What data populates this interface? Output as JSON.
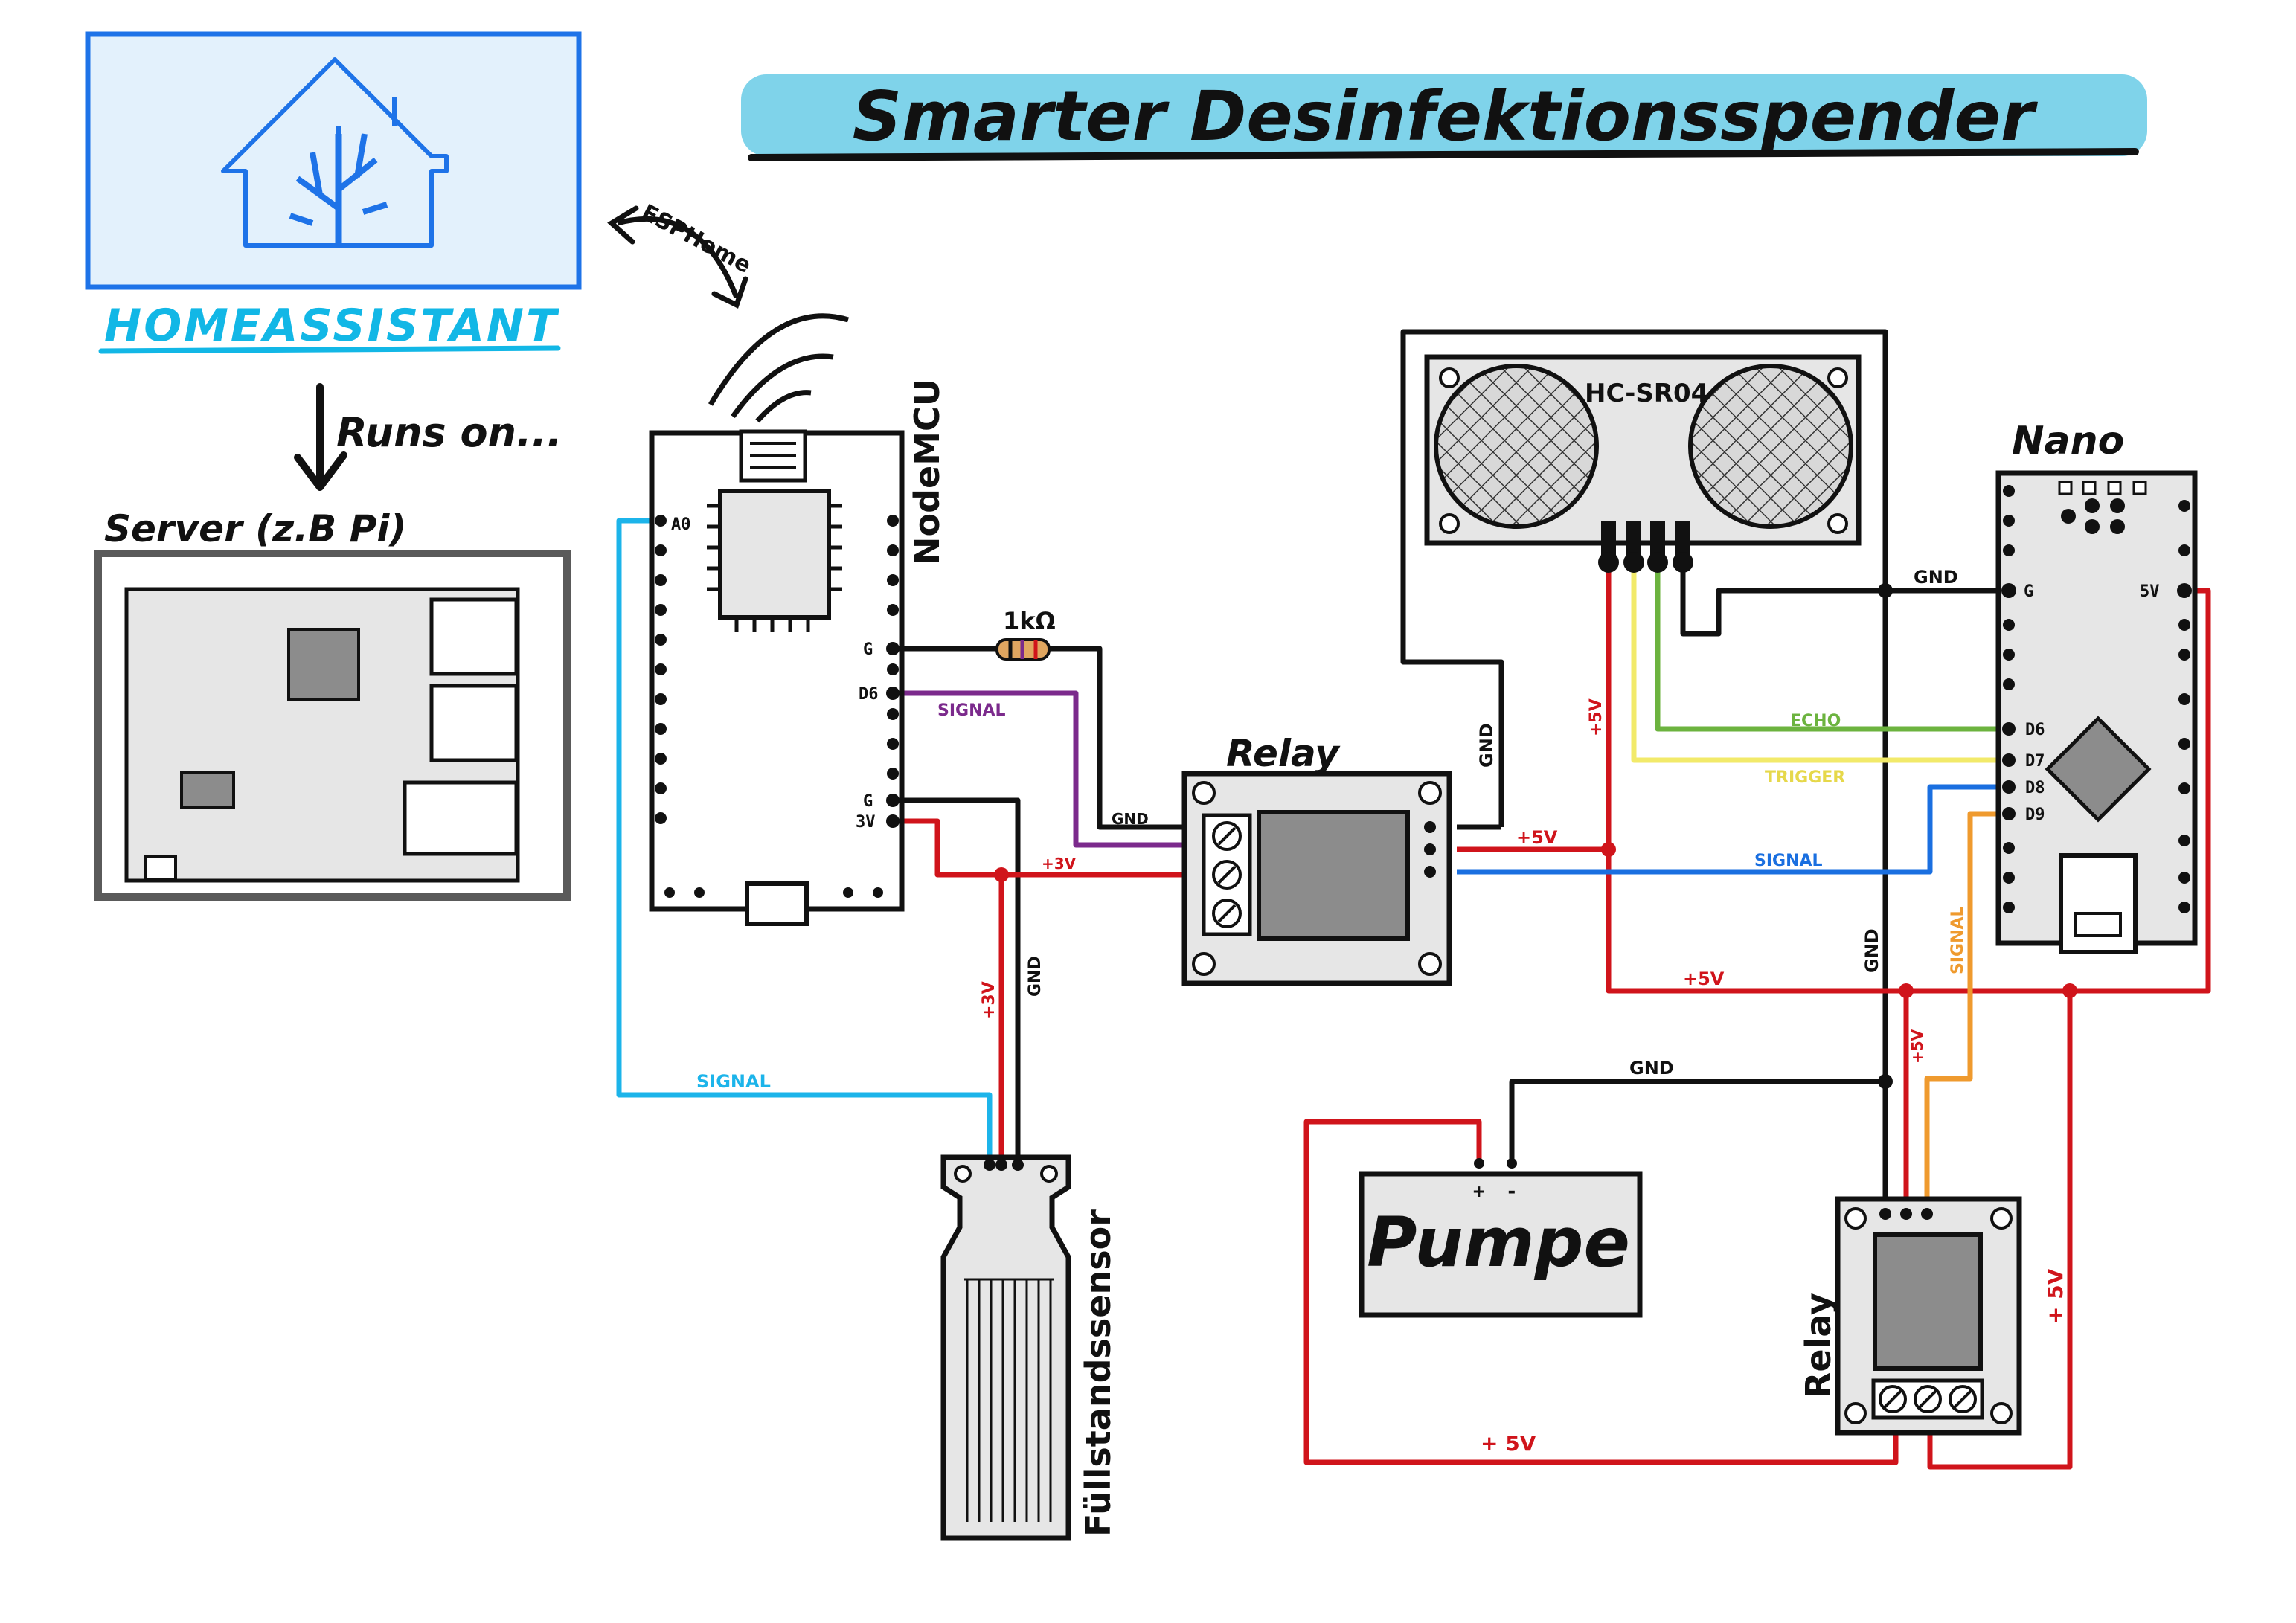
{
  "title": "Smarter Desinfektionsspender",
  "colors": {
    "title_bg": "#7fd3ea",
    "ha_border": "#1e73e8",
    "ha_bg": "#e3f1fc",
    "ha_label": "#12b7e6",
    "wire_black": "#111111",
    "wire_red": "#d0141b",
    "wire_blue": "#1a6fe0",
    "wire_cyan": "#1cb4ea",
    "wire_purple": "#7b2a8c",
    "wire_green": "#6cb33f",
    "wire_yellow": "#f2ea6a",
    "wire_orange": "#ef9a2e",
    "component_fill": "#e6e6e6",
    "server_border": "#5a5a5a"
  },
  "homeassistant": {
    "label": "HOMEASSISTANT",
    "icon": "home-assistant-icon"
  },
  "runs_on": "Runs on...",
  "esphome": "ESPHome",
  "server": {
    "label": "Server (z.B Pi)"
  },
  "nodemcu": {
    "label": "NodeMCU",
    "pins": {
      "a0": "A0",
      "g1": "G",
      "d6": "D6",
      "g2": "G",
      "v3": "3V"
    }
  },
  "resistor": "1kΩ",
  "relay1": {
    "label": "Relay"
  },
  "relay2": {
    "label": "Relay"
  },
  "hcsr04": {
    "label": "HC-SR04"
  },
  "nano": {
    "label": "Nano",
    "pins": {
      "g": "G",
      "v5": "5V",
      "d6": "D6",
      "d7": "D7",
      "d8": "D8",
      "d9": "D9"
    }
  },
  "pump": {
    "label": "Pumpe",
    "plus": "+",
    "minus": "-"
  },
  "fuellstandssensor": {
    "label": "Füllstandssensor"
  },
  "wire_labels": {
    "signal_d6": "SIGNAL",
    "gnd_relay1": "GND",
    "plus3v_relay1": "+3V",
    "gnd_sensor": "GND",
    "plus3v_sensor": "+3V",
    "signal_a0": "SIGNAL",
    "gnd_hc": "GND",
    "plus5v_hc": "+5V",
    "gnd_nano": "GND",
    "echo": "ECHO",
    "trigger": "TRIGGER",
    "signal_nano": "SIGNAL",
    "plus5v_relay1": "+5V",
    "plus5v_bottom": "+5V",
    "gnd_vertical": "GND",
    "signal_vertical": "SIGNAL",
    "plus5v_relay2": "+5V",
    "gnd_pump": "GND",
    "plus5v_pump": "+ 5V",
    "plus5v_right": "+ 5V"
  }
}
